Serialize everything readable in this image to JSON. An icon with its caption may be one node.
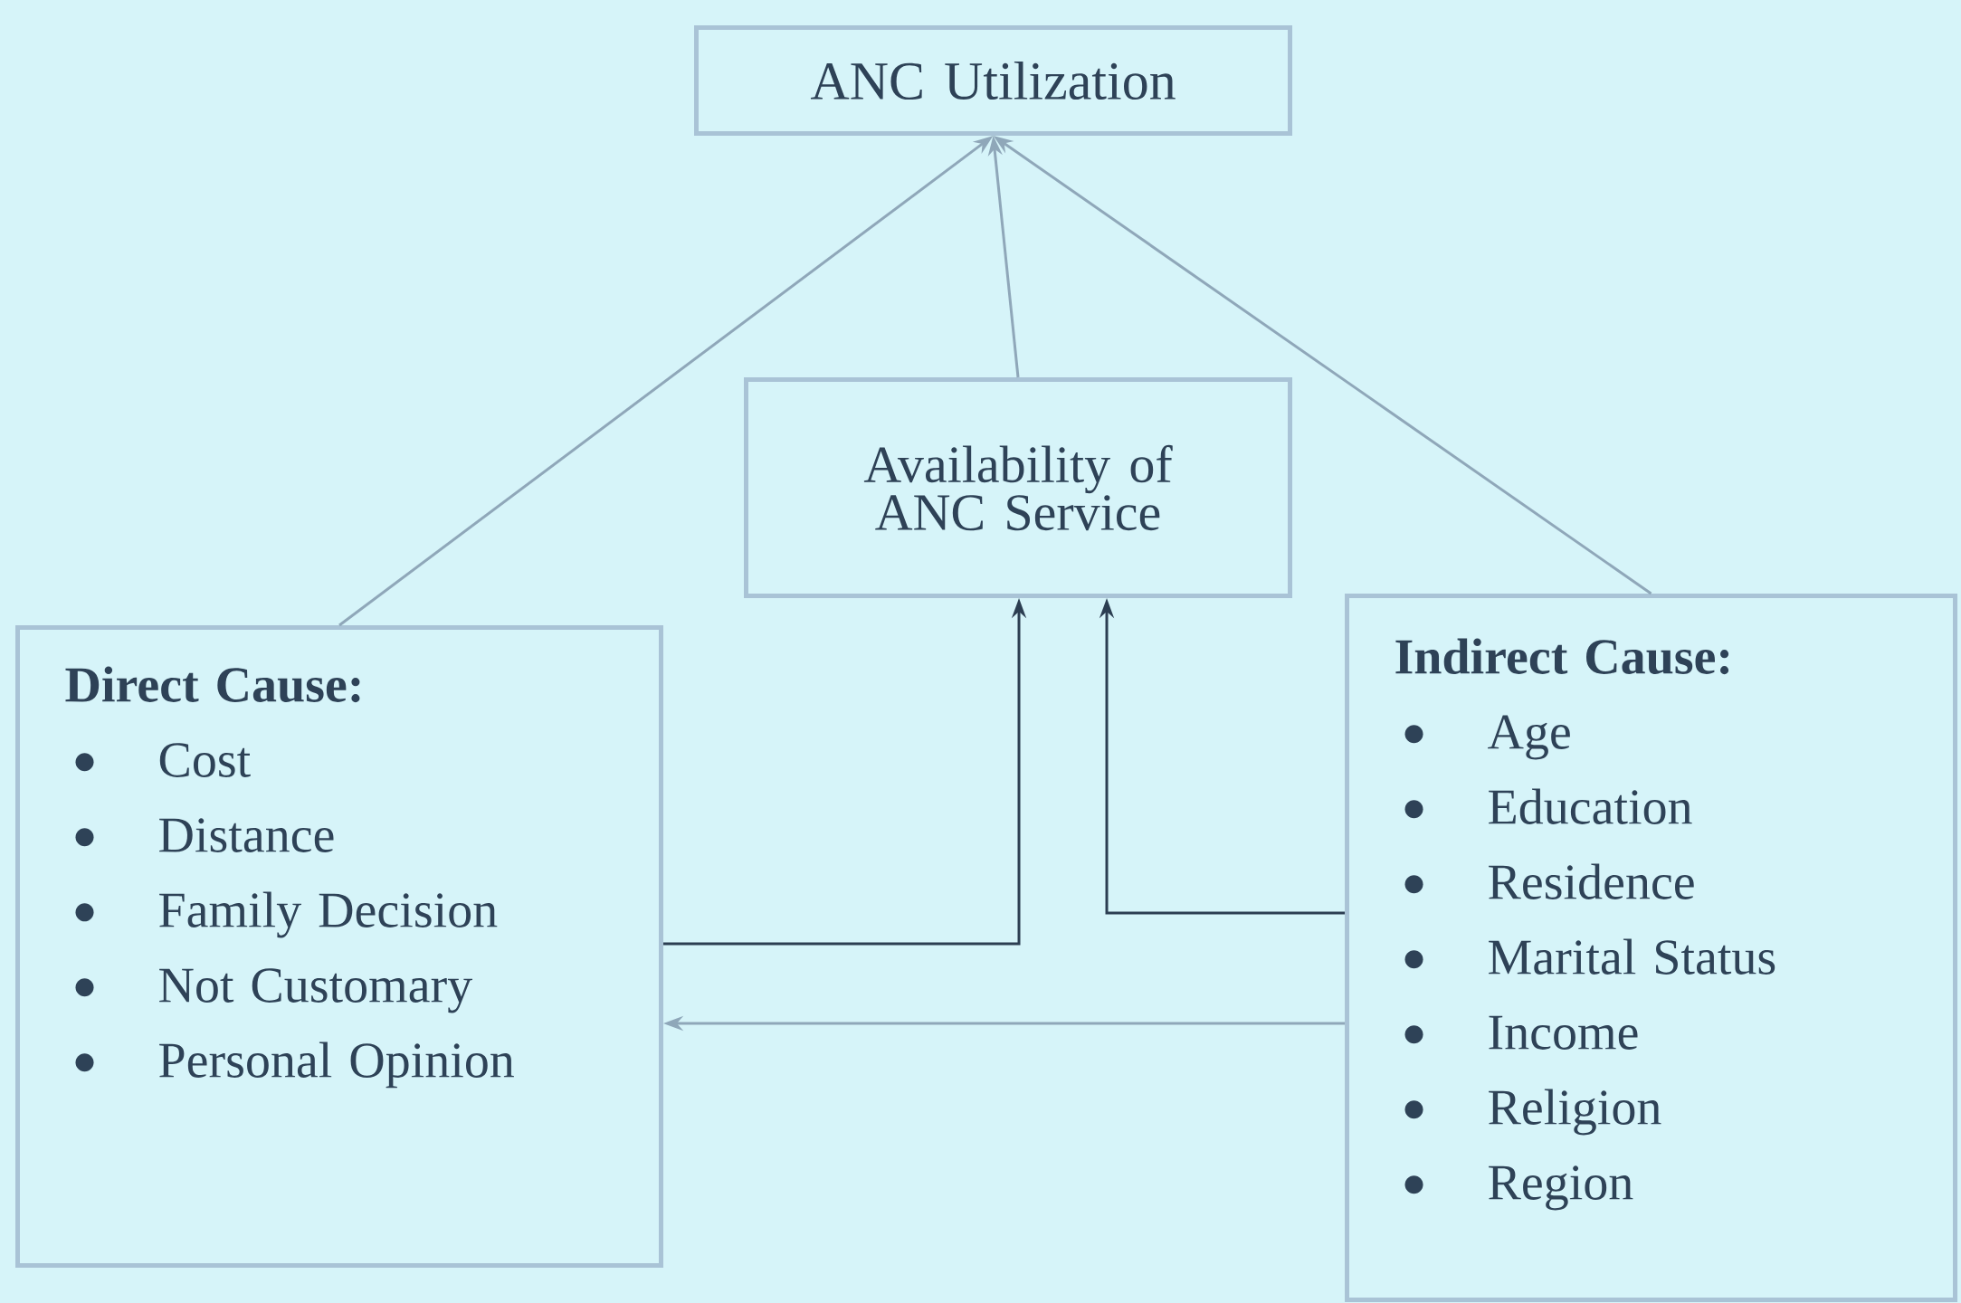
{
  "diagram": {
    "nodes": [
      {
        "text": [
          "ANC Utilization"
        ]
      },
      {
        "text": [
          "Availability of ANC Service"
        ]
      },
      {
        "text": [
          "Direct Cause:",
          "Cost",
          "Distance",
          "Family Decision",
          "Not Customary",
          "Personal Opinion"
        ]
      },
      {
        "text": [
          "Indirect Cause:",
          "Age",
          "Education",
          "Residence",
          "Marital Status",
          "Income",
          "Religion",
          "Region"
        ]
      }
    ],
    "edges": [
      {
        "from": 2,
        "to": 0,
        "arrow": "to"
      },
      {
        "from": 1,
        "to": 0,
        "arrow": "to"
      },
      {
        "from": 3,
        "to": 0,
        "arrow": "to"
      },
      {
        "from": 2,
        "to": 1,
        "arrow": "to",
        "color": "#2c3e52"
      },
      {
        "from": 3,
        "to": 1,
        "arrow": "to",
        "color": "#2c3e52"
      },
      {
        "from": 3,
        "to": 2,
        "arrow": "to"
      }
    ]
  }
}
